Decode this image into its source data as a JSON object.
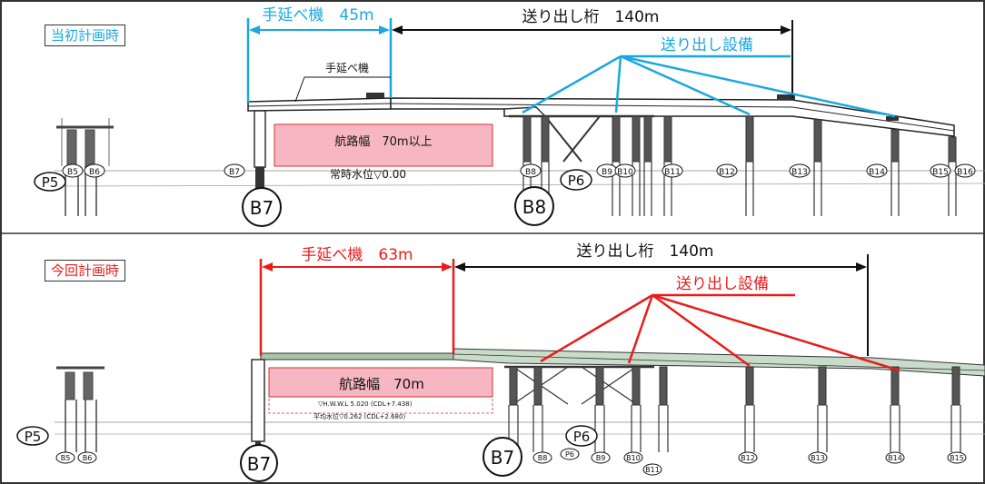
{
  "colors": {
    "upper_accent": "#1aa7e0",
    "lower_accent": "#e81c1c",
    "channel_fill": "#f7b7c2",
    "ink": "#111111",
    "structure": "#444444"
  },
  "upper": {
    "plan_label": "当初計画時",
    "erector_span_label": "手延べ機　45m",
    "launch_girder_label": "送り出し桁　140m",
    "launch_equipment_label": "送り出し設備",
    "erector_callout": "手延べ機",
    "channel_label": "航路幅　70m以上",
    "water_level_label": "常時水位▽0.00",
    "pier_tags": [
      "B5",
      "B6",
      "B7",
      "B8",
      "B9",
      "B10",
      "B11",
      "B12",
      "B13",
      "B14",
      "B15",
      "B16"
    ],
    "big_labels": [
      "P5",
      "B7",
      "B8",
      "P6"
    ]
  },
  "lower": {
    "plan_label": "今回計画時",
    "erector_span_label": "手延べ機　63m",
    "launch_girder_label": "送り出し桁　140m",
    "launch_equipment_label": "送り出し設備",
    "channel_label": "航路幅　70m",
    "hwl_label": "▽H.W.W.L 5.020 (CDL+7.438)",
    "mean_water_label": "平均水位▽0.262 (CDL+2.680)",
    "pier_tags": [
      "B5",
      "B6",
      "B8",
      "P6",
      "B9",
      "B10",
      "B11",
      "B12",
      "B13",
      "B14",
      "B15"
    ],
    "big_labels": [
      "P5",
      "B7",
      "B7",
      "P6"
    ]
  }
}
